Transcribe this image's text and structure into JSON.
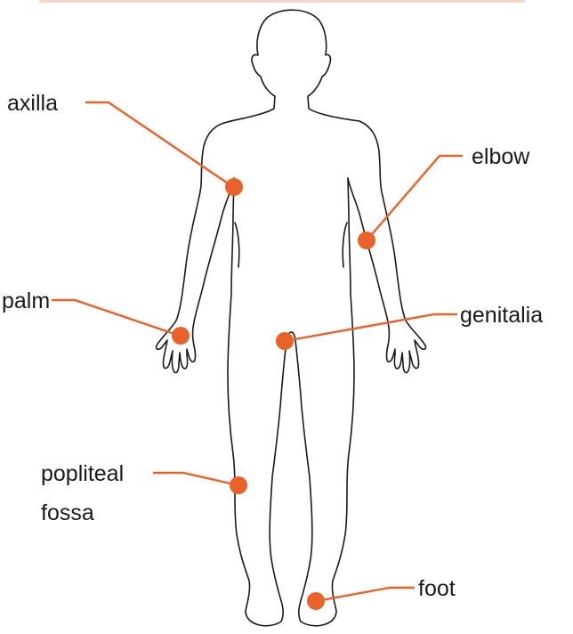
{
  "accent_color": "#e8622a",
  "labels": {
    "axilla": "axilla",
    "elbow": "elbow",
    "palm": "palm",
    "genitalia": "genitalia",
    "popliteal_line1": "popliteal",
    "popliteal_line2": "fossa",
    "foot": "foot"
  }
}
